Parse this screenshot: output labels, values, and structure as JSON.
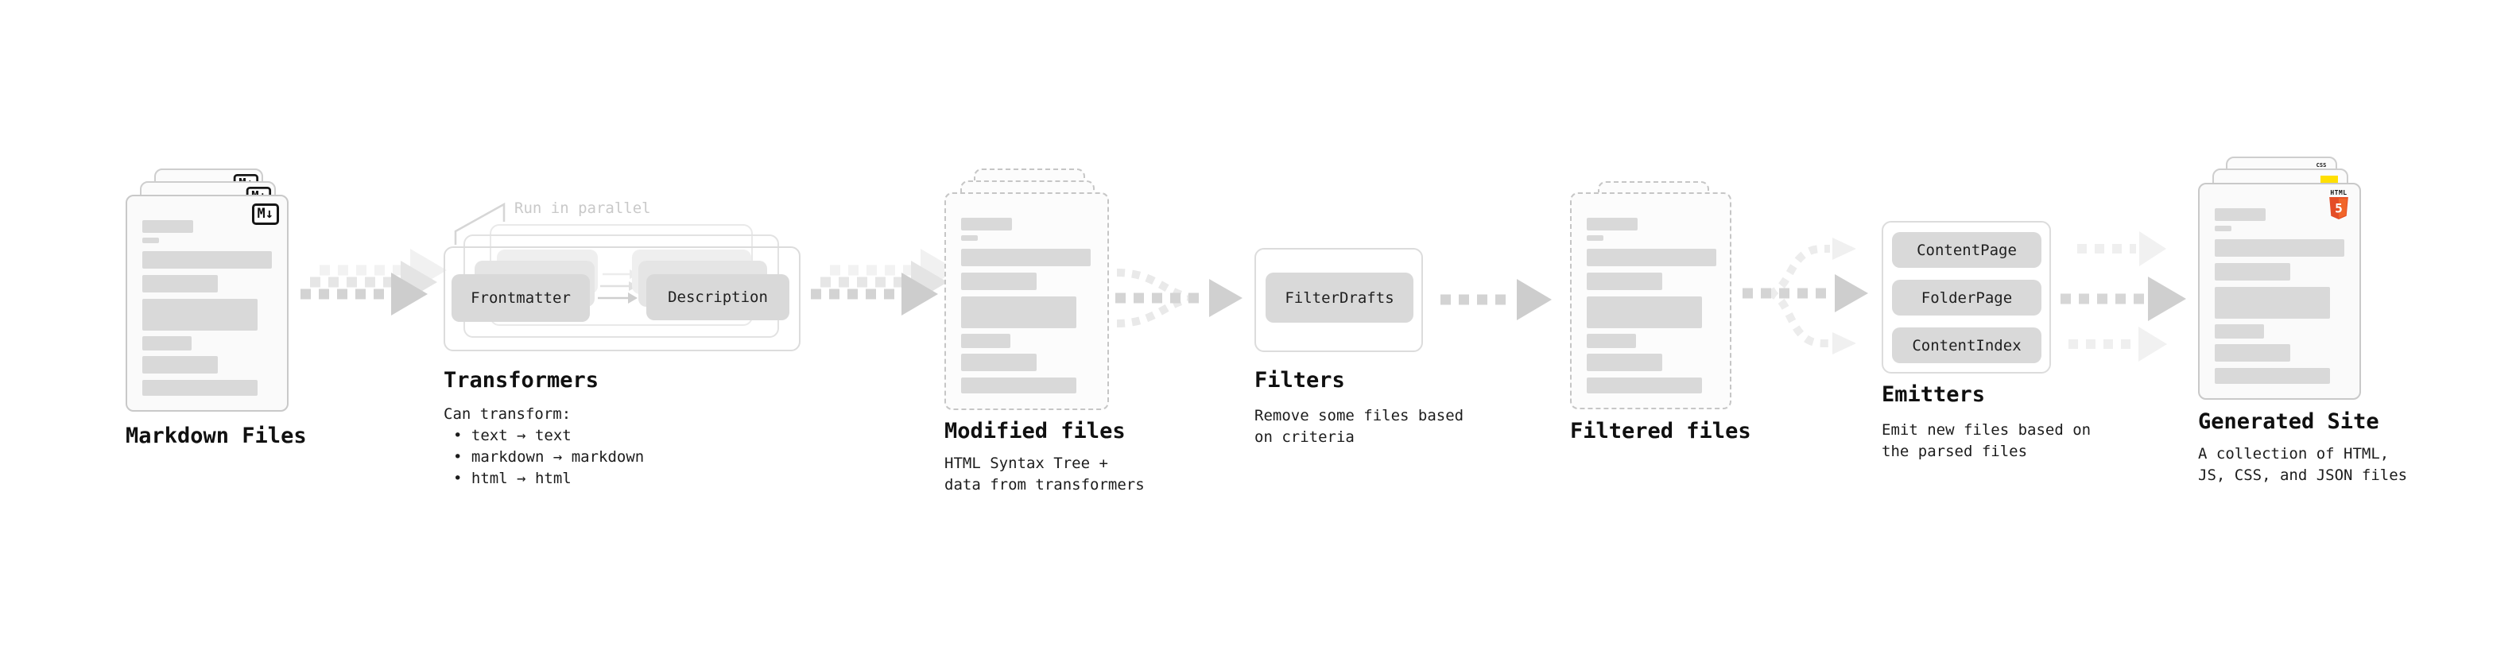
{
  "colors": {
    "html5-orange": "#e44d26",
    "html5-orange-light": "#f16529",
    "js-yellow": "#ffdf00",
    "css-blue": "#2862e9",
    "bar-gray": "#d9d9d9",
    "pill-gray": "#d9d9d9",
    "arrow-gray": "#d2d2d2",
    "muted-label": "#c9c9c9"
  },
  "bullet_char": "•",
  "nodes": {
    "markdown_files": {
      "title": "Markdown Files",
      "badge": "M↓"
    },
    "transformers": {
      "title": "Transformers",
      "annotation": "Run in parallel",
      "pills": [
        "Frontmatter",
        "Description"
      ],
      "body_intro": "Can transform:",
      "bullets": [
        "text → text",
        "markdown → markdown",
        "html → html"
      ]
    },
    "modified_files": {
      "title": "Modified files",
      "subtitle_lines": [
        "HTML Syntax Tree +",
        "data from transformers"
      ]
    },
    "filters": {
      "title": "Filters",
      "pills": [
        "FilterDrafts"
      ],
      "subtitle_lines": [
        "Remove some files based",
        "on criteria"
      ]
    },
    "filtered_files": {
      "title": "Filtered files"
    },
    "emitters": {
      "title": "Emitters",
      "pills": [
        "ContentPage",
        "FolderPage",
        "ContentIndex"
      ],
      "subtitle_lines": [
        "Emit new files based on",
        "the parsed files"
      ]
    },
    "generated_site": {
      "title": "Generated Site",
      "subtitle_lines": [
        "A collection of HTML,",
        "JS, CSS, and JSON files"
      ],
      "badges": {
        "css_label": "CSS",
        "html_label": "HTML",
        "html_number": "5"
      }
    }
  }
}
